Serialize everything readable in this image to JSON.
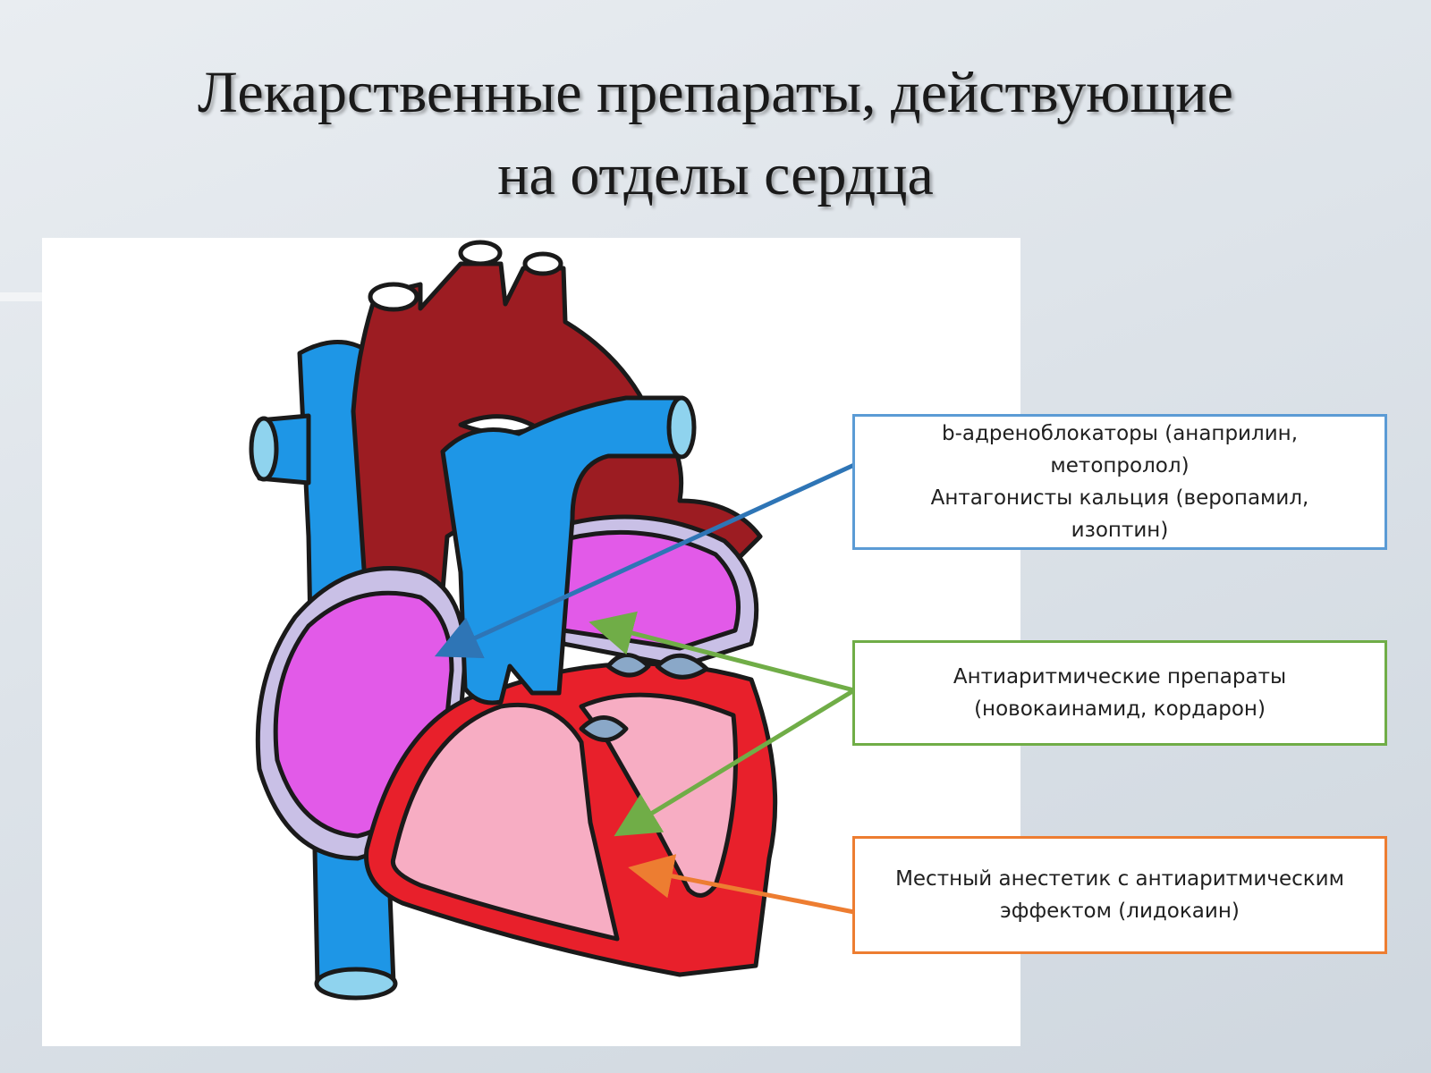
{
  "title": {
    "line1": "Лекарственные препараты, действующие",
    "line2": "на отделы сердца"
  },
  "callouts": {
    "beta": {
      "line1": "b-адреноблокаторы (анаприлин,",
      "line2": "метопролол)",
      "line3": "Антагонисты кальция (веропамил,",
      "line4": "изоптин)",
      "color": "#5b9bd5"
    },
    "antiarrhythmic": {
      "line1": "Антиаритмические препараты",
      "line2": "(новокаинамид, кордарон)",
      "color": "#70ad47"
    },
    "lidocaine": {
      "line1": "Местный анестетик с антиаритмическим",
      "line2": "эффектом (лидокаин)",
      "color": "#ed7d31"
    }
  },
  "colors": {
    "vena_cava": "#1e96e6",
    "aorta": "#9c1c22",
    "atria": "#e25ae8",
    "ventricle_wall": "#e8202b",
    "ventricle_inner": "#f7adc3",
    "pericardium": "#c9c0e6",
    "outline": "#1a1a1a"
  }
}
